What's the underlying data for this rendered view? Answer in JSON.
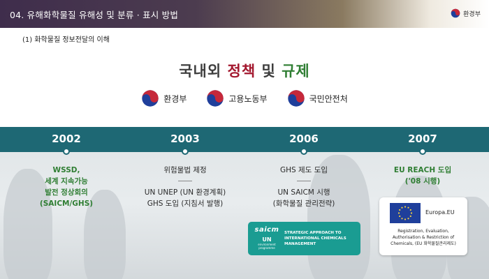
{
  "header": {
    "title": "04. 유해화학물질 유해성 및 분류 · 표시 방법",
    "brand_label": "환경부"
  },
  "subtitle": "(1) 화학물질 정보전달의 이해",
  "main_title": {
    "part1": "국내외",
    "part2": "정책",
    "part3": "및",
    "part4": "규제"
  },
  "ministries": [
    {
      "label": "환경부",
      "icon": "taegeuk-icon"
    },
    {
      "label": "고용노동부",
      "icon": "taegeuk-icon"
    },
    {
      "label": "국민안전처",
      "icon": "taegeuk-icon"
    }
  ],
  "colors": {
    "band": "#1e6874",
    "accent_green": "#2f7e33",
    "accent_red": "#a3182e",
    "saicm_bg": "#1a9c92"
  },
  "timeline": [
    {
      "year": "2002",
      "lines": [
        "WSSD,",
        "세계 지속가능",
        "발전 정상회의",
        "(SAICM/GHS)"
      ]
    },
    {
      "year": "2003",
      "top": "위험물법 제정",
      "lines": [
        "UN UNEP (UN 환경계획)",
        "GHS 도입 (지침서 발행)"
      ]
    },
    {
      "year": "2006",
      "top": "GHS 제도 도입",
      "lines": [
        "UN SAICM 시행",
        "(화학물질 관리전략)"
      ]
    },
    {
      "year": "2007",
      "lines": [
        "EU REACH 도입",
        "('08 시행)"
      ]
    }
  ],
  "saicm": {
    "logo_word": "saicm",
    "un_label": "UN",
    "un_sub": "environment programme",
    "text": [
      "STRATEGIC APPROACH TO",
      "INTERNATIONAL CHEMICALS",
      "MANAGEMENT"
    ]
  },
  "europa": {
    "label": "Europa.EU",
    "desc": [
      "Registration, Evaluation,",
      "Authorisation & Restriction of",
      "Chemicals, (EU 화학물질관리제도)"
    ]
  }
}
